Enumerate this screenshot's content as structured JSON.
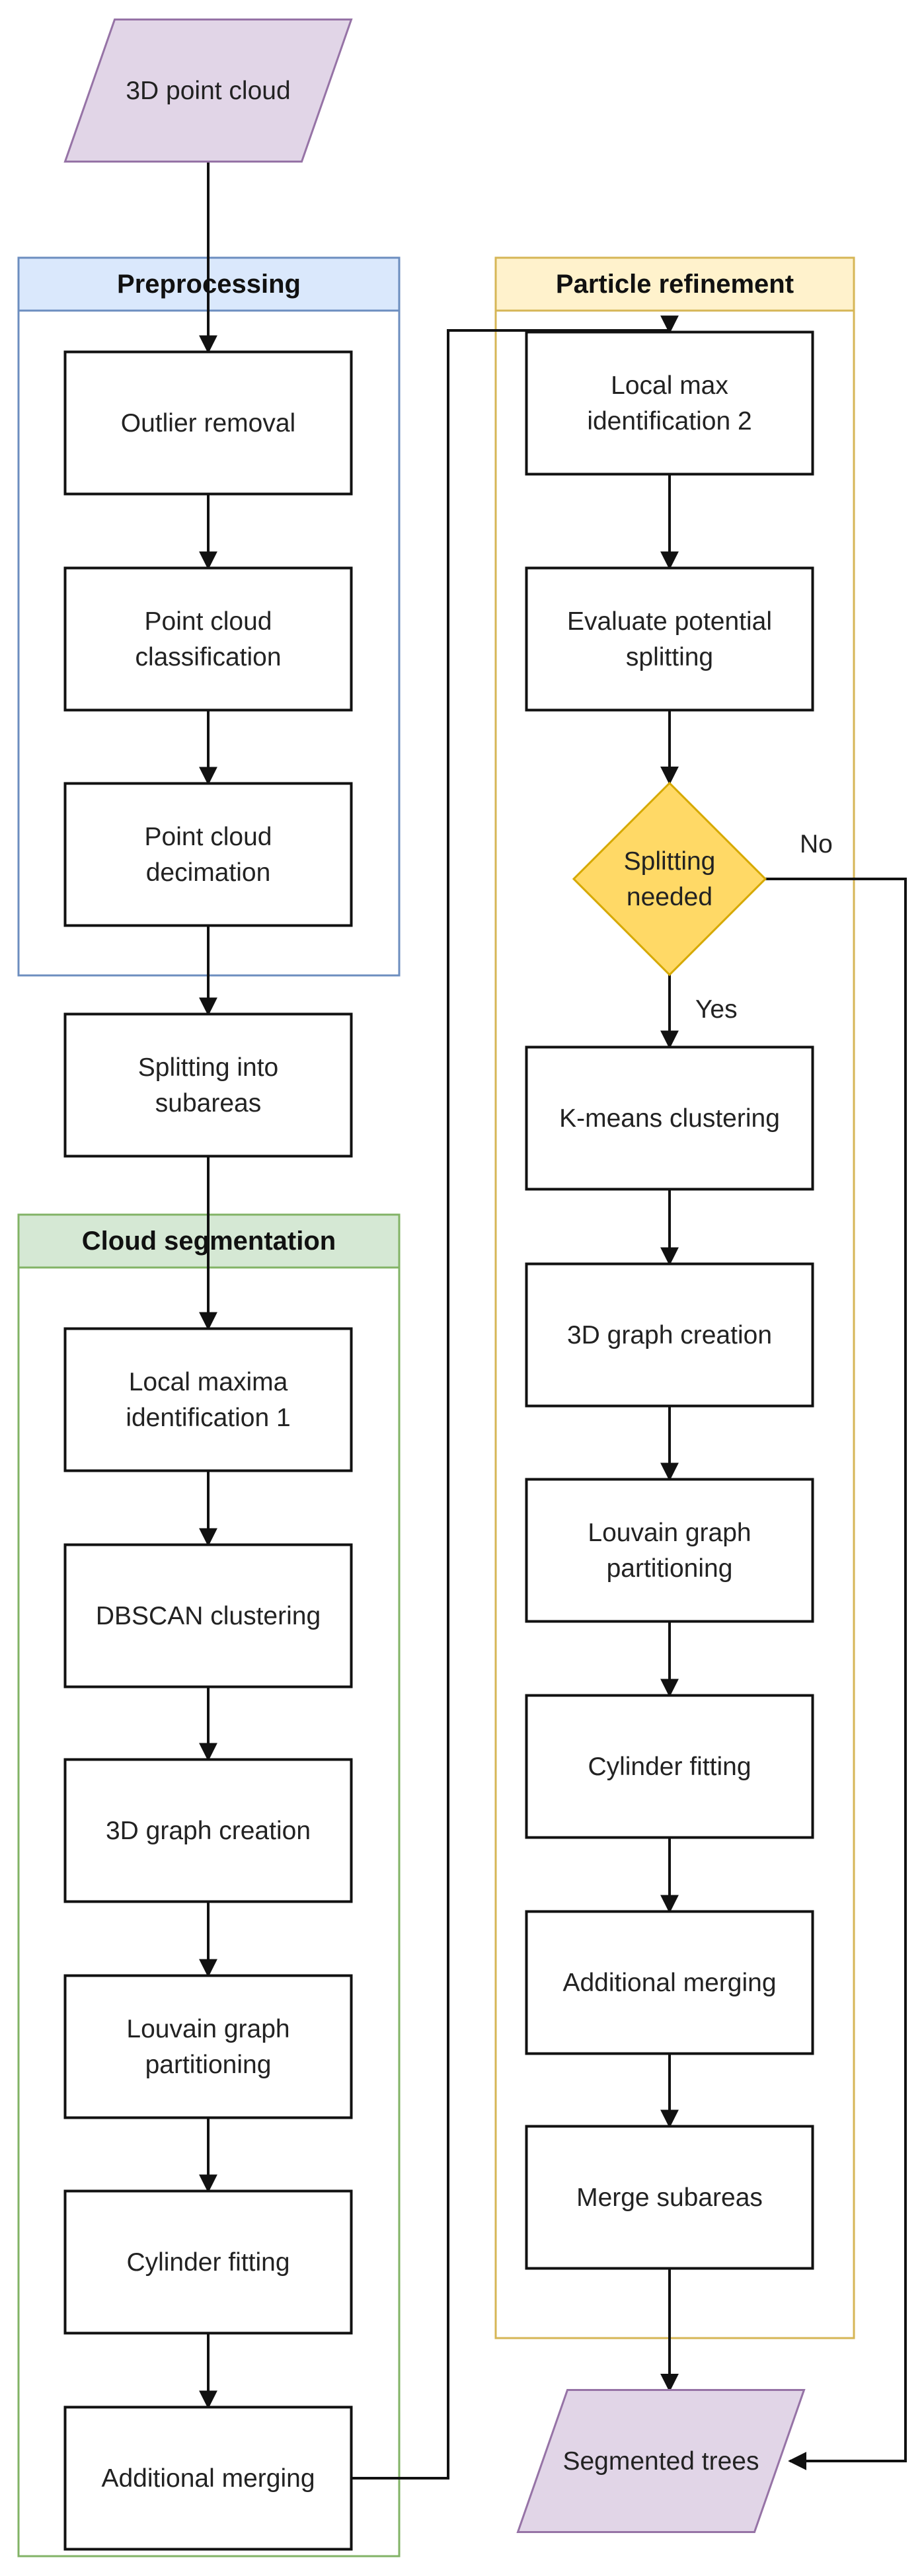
{
  "colors": {
    "preprocessing_border": "#6c8ebf",
    "preprocessing_fill": "#dae8fc",
    "segmentation_border": "#82b366",
    "segmentation_fill": "#d5e8d4",
    "refinement_border": "#d6b656",
    "refinement_fill": "#fff2cc",
    "io_border": "#9673a6",
    "io_fill": "#e1d5e7",
    "decision_border": "#d6a900",
    "decision_fill": "#ffd966"
  },
  "groups": {
    "preprocessing": {
      "title": "Preprocessing"
    },
    "cloud_segmentation": {
      "title": "Cloud segmentation"
    },
    "particle_refinement": {
      "title": "Particle refinement"
    }
  },
  "input": {
    "label": "3D point cloud"
  },
  "output": {
    "label": "Segmented trees"
  },
  "preprocessing": {
    "steps": [
      {
        "label": [
          "Outlier removal"
        ]
      },
      {
        "label": [
          "Point cloud",
          "classification"
        ]
      },
      {
        "label": [
          "Point cloud",
          "decimation"
        ]
      }
    ]
  },
  "split_step": {
    "label": [
      "Splitting into",
      "subareas"
    ]
  },
  "segmentation": {
    "steps": [
      {
        "label": [
          "Local maxima",
          "identification 1"
        ]
      },
      {
        "label": [
          "DBSCAN clustering"
        ]
      },
      {
        "label": [
          "3D graph creation"
        ]
      },
      {
        "label": [
          "Louvain graph",
          "partitioning"
        ]
      },
      {
        "label": [
          "Cylinder fitting"
        ]
      },
      {
        "label": [
          "Additional merging"
        ]
      }
    ]
  },
  "refinement": {
    "pre_steps": [
      {
        "label": [
          "Local max",
          "identification 2"
        ]
      },
      {
        "label": [
          "Evaluate potential",
          "splitting"
        ]
      }
    ],
    "decision": {
      "label": [
        "Splitting",
        "needed"
      ],
      "yes_label": "Yes",
      "no_label": "No"
    },
    "post_steps": [
      {
        "label": [
          "K-means clustering"
        ]
      },
      {
        "label": [
          "3D graph creation"
        ]
      },
      {
        "label": [
          "Louvain graph",
          "partitioning"
        ]
      },
      {
        "label": [
          "Cylinder fitting"
        ]
      },
      {
        "label": [
          "Additional merging"
        ]
      },
      {
        "label": [
          "Merge subareas"
        ]
      }
    ]
  }
}
